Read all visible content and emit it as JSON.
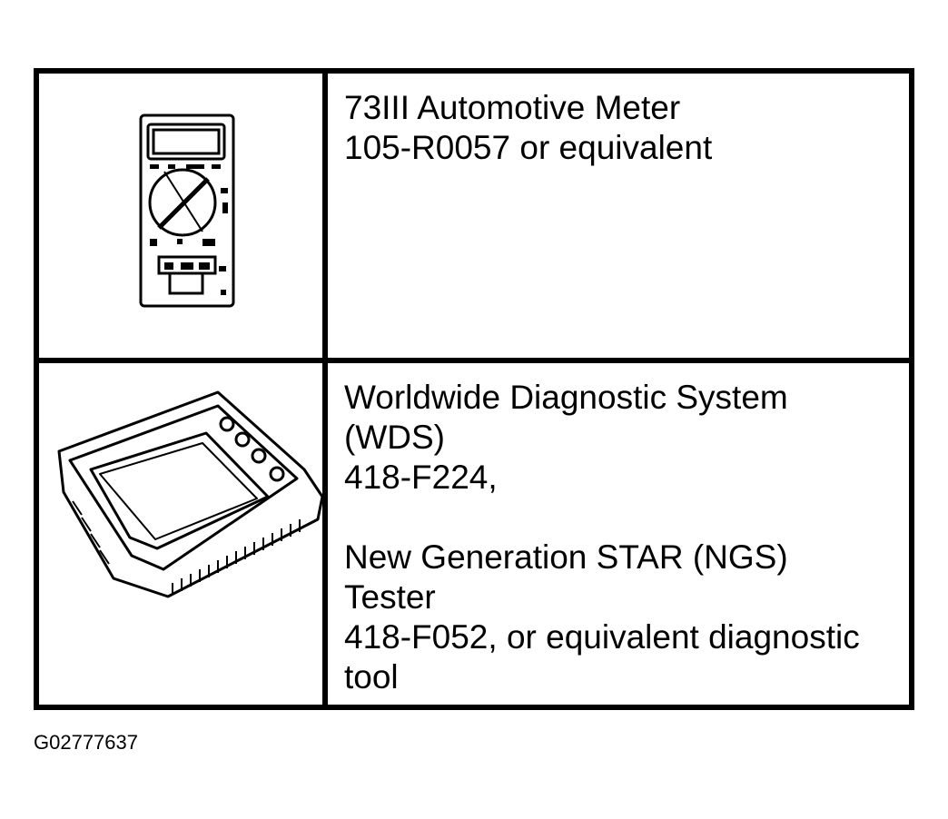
{
  "tools": [
    {
      "icon": "multimeter-icon",
      "lines": [
        "73III Automotive Meter",
        "105-R0057 or equivalent"
      ]
    },
    {
      "icon": "diagnostic-tester-icon",
      "lines": [
        "Worldwide Diagnostic System",
        "(WDS)",
        "418-F224,",
        "",
        "New Generation STAR (NGS)",
        "Tester",
        "418-F052, or equivalent diagnostic",
        "tool"
      ]
    }
  ],
  "figure_id": "G02777637"
}
